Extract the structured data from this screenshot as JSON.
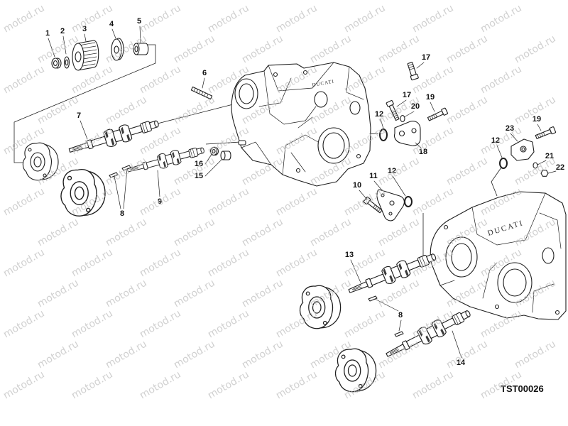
{
  "diagram": {
    "callouts": [
      {
        "label": "1"
      },
      {
        "label": "2"
      },
      {
        "label": "3"
      },
      {
        "label": "4"
      },
      {
        "label": "5"
      },
      {
        "label": "6"
      },
      {
        "label": "7"
      },
      {
        "label": "8"
      },
      {
        "label": "9"
      },
      {
        "label": "16"
      },
      {
        "label": "15"
      },
      {
        "label": "17"
      },
      {
        "label": "17"
      },
      {
        "label": "19"
      },
      {
        "label": "12"
      },
      {
        "label": "20"
      },
      {
        "label": "18"
      },
      {
        "label": "19"
      },
      {
        "label": "23"
      },
      {
        "label": "12"
      },
      {
        "label": "21"
      },
      {
        "label": "22"
      },
      {
        "label": "10"
      },
      {
        "label": "11"
      },
      {
        "label": "12"
      },
      {
        "label": "13"
      },
      {
        "label": "8"
      },
      {
        "label": "14"
      }
    ],
    "drawing_code": "TST00026",
    "engine_lettering": "DUCATI"
  },
  "watermark": {
    "text": "motod.ru"
  },
  "colors": {
    "line_art": "#1e1e1e",
    "watermark": "#bdbdbd",
    "background": "#ffffff"
  }
}
